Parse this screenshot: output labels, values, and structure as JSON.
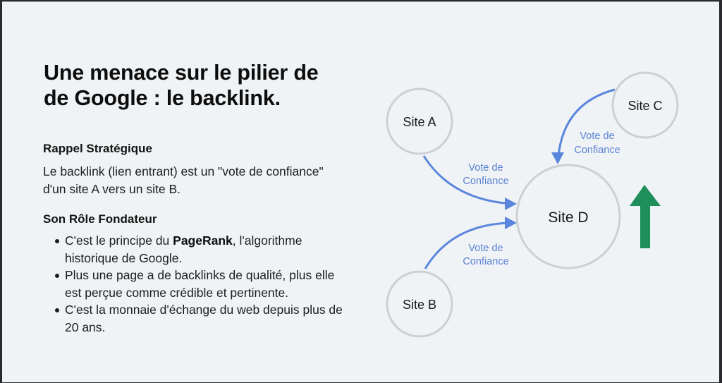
{
  "slide": {
    "title_line1": "Une menace sur le pilier de",
    "title_line2": "de Google : le backlink.",
    "section1": {
      "heading": "Rappel Stratégique",
      "text": "Le backlink (lien entrant) est un \"vote de confiance\" d'un site A vers un site B."
    },
    "section2": {
      "heading": "Son Rôle Fondateur",
      "bullets": [
        {
          "pre": "C'est le principe du ",
          "bold": "PageRank",
          "post": ", l'algorithme historique de Google."
        },
        {
          "pre": "Plus une page a de backlinks de qualité, plus elle est perçue comme crédible et pertinente.",
          "bold": "",
          "post": ""
        },
        {
          "pre": "C'est la monnaie d'échange du web depuis plus de 20 ans.",
          "bold": "",
          "post": ""
        }
      ]
    }
  },
  "diagram": {
    "nodes": {
      "a": "Site A",
      "b": "Site B",
      "c": "Site C",
      "d": "Site D"
    },
    "edge_label_line1": "Vote de",
    "edge_label_line2": "Confiance",
    "edges": [
      {
        "from": "Site A",
        "to": "Site D",
        "label": "Vote de Confiance"
      },
      {
        "from": "Site B",
        "to": "Site D",
        "label": "Vote de Confiance"
      },
      {
        "from": "Site C",
        "to": "Site D",
        "label": "Vote de Confiance"
      }
    ],
    "indicator": "up-arrow",
    "colors": {
      "background": "#f0f3f5",
      "node_stroke": "#cdd0d3",
      "edge": "#5a86dd",
      "edge_label": "#5b82d6",
      "up_arrow": "#1e8e5a"
    }
  }
}
